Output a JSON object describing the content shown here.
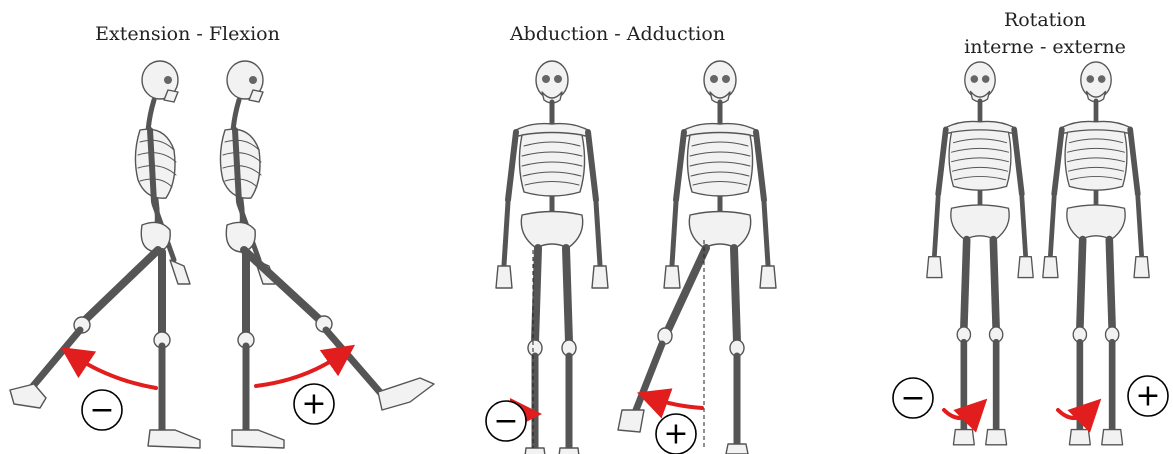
{
  "panels": [
    {
      "title": "Extension - Flexion",
      "signs": [
        "−",
        "+"
      ]
    },
    {
      "title": "Abduction - Adduction",
      "signs": [
        "−",
        "+"
      ]
    },
    {
      "title_line1": "Rotation",
      "title_line2": "interne - externe",
      "signs": [
        "−",
        "+"
      ]
    }
  ],
  "colors": {
    "arrow": "#e21d1d",
    "bone": "#f2f2f2",
    "outline": "#555555"
  },
  "icons": [
    "skeleton-side-view",
    "skeleton-front-view",
    "curved-arrow",
    "minus-sign",
    "plus-sign"
  ]
}
